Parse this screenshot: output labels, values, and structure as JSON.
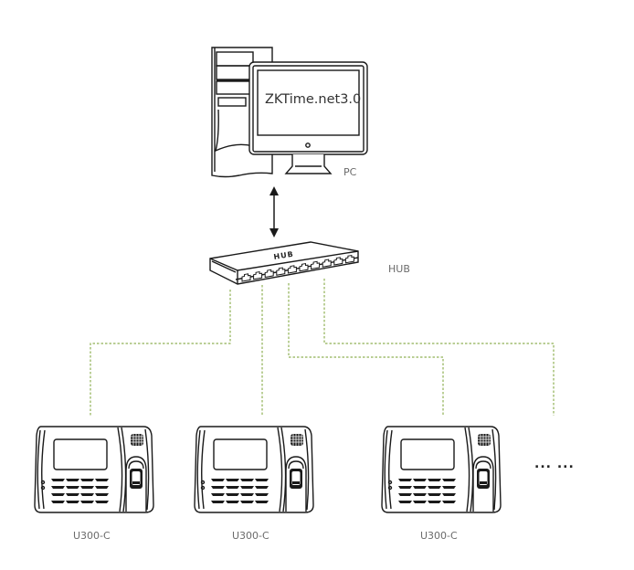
{
  "diagram": {
    "pc": {
      "label": "PC",
      "screen_text": "ZKTime.net3.0"
    },
    "hub": {
      "label": "HUB",
      "badge_text": "HUB",
      "ports": 10
    },
    "link_pc_hub": "bidirectional-arrow",
    "connection_color": "#8fb055",
    "devices": [
      {
        "label": "U300-C"
      },
      {
        "label": "U300-C"
      },
      {
        "label": "U300-C"
      }
    ],
    "more_indicator": "... ..."
  }
}
